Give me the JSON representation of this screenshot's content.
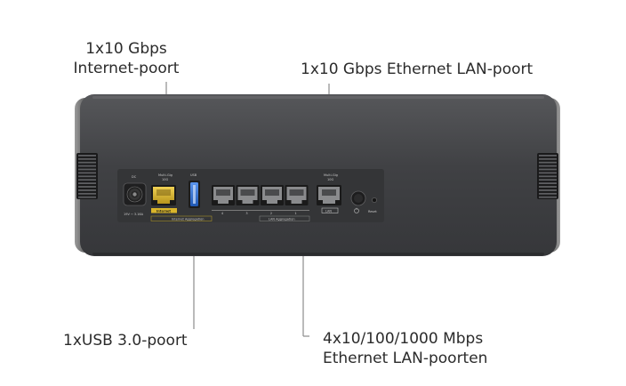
{
  "callouts": {
    "internet_port": [
      "1x10 Gbps",
      "Internet-poort"
    ],
    "lan_10g": "1x10 Gbps Ethernet LAN-poort",
    "usb": "1xUSB 3.0-poort",
    "lan_4x": [
      "4x10/100/1000 Mbps",
      "Ethernet LAN-poorten"
    ]
  },
  "panel_labels": {
    "dc": "DC",
    "dc_rating": "19V ⎓ 3.16A",
    "wan_speed": "Multi-Gig",
    "wan_speed_sub": "10G",
    "usb_header": "USB",
    "internet": "Internet",
    "internet_aggregation": "Internet Aggregation",
    "lan_numbers": [
      "4",
      "3",
      "2",
      "1"
    ],
    "lan_aggregation": "LAN Aggregation",
    "lan_10g_speed": "Multi-Gig",
    "lan_10g_sub": "10G",
    "lan": "LAN",
    "reset": "Reset"
  },
  "colors": {
    "body": "#3d3e40",
    "body_top": "#505154",
    "leader_line": "#8c8c8c",
    "internet_port": "#d9b52a",
    "usb_port": "#2f6fd0",
    "text": "#2b2b2b"
  },
  "icons": [
    "power-jack-icon",
    "ethernet-port-icon",
    "usb-port-icon",
    "power-button-icon",
    "reset-hole-icon",
    "vent-grille-icon"
  ]
}
